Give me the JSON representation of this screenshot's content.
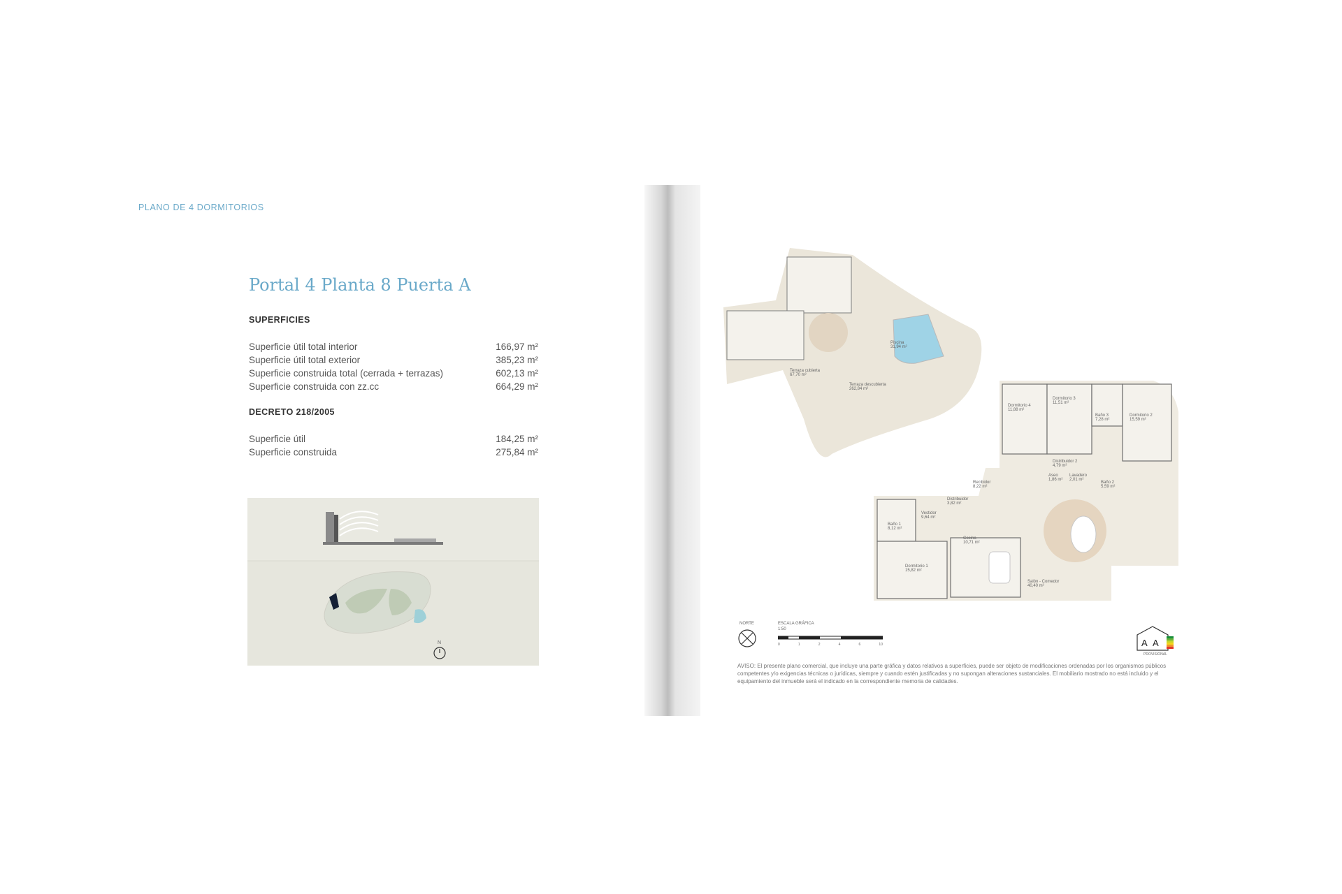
{
  "section_label": "PLANO DE 4 DORMITORIOS",
  "title": "Portal 4 Planta 8 Puerta A",
  "superficies": {
    "heading": "SUPERFICIES",
    "rows": [
      {
        "label": "Superficie útil total interior",
        "value": "166,97 m²"
      },
      {
        "label": "Superficie útil total exterior",
        "value": "385,23 m²"
      },
      {
        "label": "Superficie construida total (cerrada + terrazas)",
        "value": "602,13 m²"
      },
      {
        "label": "Superficie construida con zz.cc",
        "value": "664,29 m²"
      }
    ]
  },
  "decreto": {
    "heading": "DECRETO 218/2005",
    "rows": [
      {
        "label": "Superficie útil",
        "value": "184,25 m²"
      },
      {
        "label": "Superficie construida",
        "value": "275,84 m²"
      }
    ]
  },
  "locator": {
    "north_label": "N"
  },
  "plan": {
    "rooms": [
      {
        "name": "Piscina",
        "area": "31,94 m²"
      },
      {
        "name": "Terraza cubierta",
        "area": "67,70 m²"
      },
      {
        "name": "Terraza descubierta",
        "area": "262,84 m²"
      },
      {
        "name": "Dormitorio 4",
        "area": "11,88 m²"
      },
      {
        "name": "Dormitorio 3",
        "area": "11,51 m²"
      },
      {
        "name": "Baño 3",
        "area": "7,28 m²"
      },
      {
        "name": "Dormitorio 2",
        "area": "15,59 m²"
      },
      {
        "name": "Distribuidor 2",
        "area": "4,79 m²"
      },
      {
        "name": "Aseo",
        "area": "1,86 m²"
      },
      {
        "name": "Lavadero",
        "area": "2,01 m²"
      },
      {
        "name": "Baño 2",
        "area": "5,59 m²"
      },
      {
        "name": "Recibidor",
        "area": "8,22 m²"
      },
      {
        "name": "Distribuidor",
        "area": "3,82 m²"
      },
      {
        "name": "Vestidor",
        "area": "9,64 m²"
      },
      {
        "name": "Baño 1",
        "area": "8,12 m²"
      },
      {
        "name": "Cocina",
        "area": "10,71 m²"
      },
      {
        "name": "Dormitorio 1",
        "area": "15,82 m²"
      },
      {
        "name": "Salón - Comedor",
        "area": "40,40 m²"
      }
    ]
  },
  "legend": {
    "north": "NORTE",
    "scale_title": "ESCALA GRÁFICA",
    "scale_sub": "1:50",
    "scale_ticks": [
      "0",
      "1",
      "2",
      "4",
      "6",
      "10"
    ],
    "energy_letters": [
      "A",
      "A"
    ],
    "energy_label": "PROVISIONAL"
  },
  "disclaimer": "AVISO: El presente plano comercial, que incluye una parte gráfica y datos relativos a superficies, puede ser objeto de modificaciones ordenadas por los organismos públicos competentes y/o exigencias técnicas o jurídicas, siempre y cuando estén justificadas y no supongan alteraciones sustanciales. El mobiliario mostrado no está incluido y el equipamiento del inmueble será el indicado en la correspondiente memoria de calidades."
}
